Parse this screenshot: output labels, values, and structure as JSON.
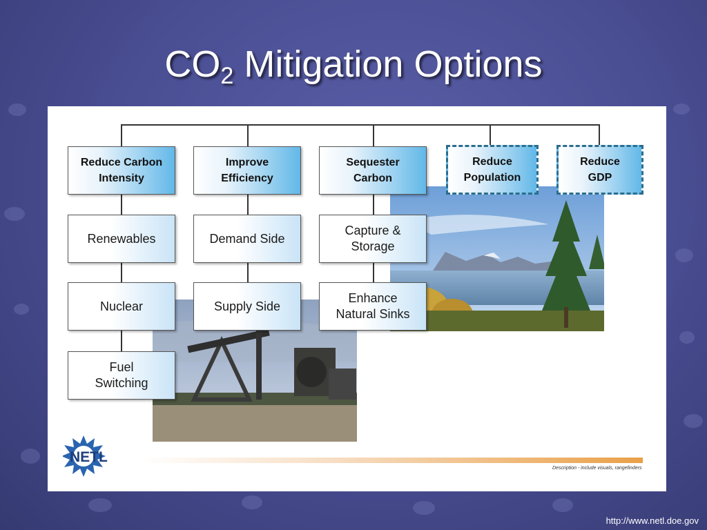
{
  "slide": {
    "title_main": "CO",
    "title_sub": "2",
    "title_rest": " Mitigation Options",
    "url": "http://www.netl.doe.gov"
  },
  "diagram": {
    "branches": [
      {
        "label": "Reduce Carbon Intensity",
        "line1": "Reduce Carbon",
        "line2": "Intensity",
        "style": "solid",
        "children": [
          {
            "line1": "Renewables",
            "line2": ""
          },
          {
            "line1": "Nuclear",
            "line2": ""
          },
          {
            "line1": "Fuel",
            "line2": "Switching"
          }
        ]
      },
      {
        "label": "Improve Efficiency",
        "line1": "Improve",
        "line2": "Efficiency",
        "style": "solid",
        "children": [
          {
            "line1": "Demand Side",
            "line2": ""
          },
          {
            "line1": "Supply Side",
            "line2": ""
          }
        ]
      },
      {
        "label": "Sequester Carbon",
        "line1": "Sequester",
        "line2": "Carbon",
        "style": "solid",
        "children": [
          {
            "line1": "Capture &",
            "line2": "Storage"
          },
          {
            "line1": "Enhance",
            "line2": "Natural Sinks"
          }
        ]
      },
      {
        "label": "Reduce Population",
        "line1": "Reduce",
        "line2": "Population",
        "style": "dashed",
        "children": []
      },
      {
        "label": "Reduce GDP",
        "line1": "Reduce",
        "line2": "GDP",
        "style": "dashed",
        "children": []
      }
    ]
  },
  "logo": {
    "text": "NETL"
  },
  "footnote": "Description - include visuals, rangefinders",
  "colors": {
    "background": "#484c90",
    "head_gradient": "#62b8e8",
    "child_gradient": "#c9e4f7",
    "dashed_border": "#2c6d8c",
    "footer_bar": "#e9a048"
  }
}
